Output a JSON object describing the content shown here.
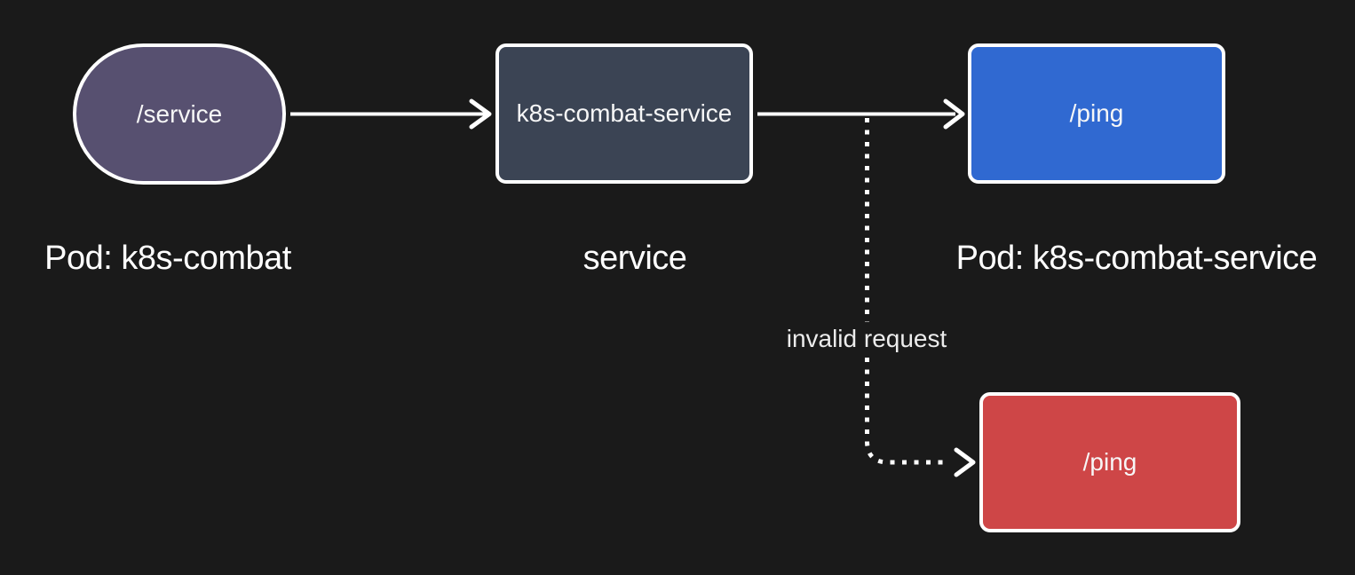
{
  "diagram": {
    "type": "flowchart",
    "background_color": "#1a1a1a",
    "stroke_color": "#ffffff",
    "nodes": [
      {
        "label": "/service",
        "shape": "stadium",
        "fill": "#575070",
        "text_color": "#f7f7f7"
      },
      {
        "label": "k8s-combat-service",
        "shape": "rounded-rect",
        "fill": "#3b4454",
        "text_color": "#f7f7f7"
      },
      {
        "label": "/ping",
        "shape": "rounded-rect",
        "fill": "#3069d1",
        "text_color": "#f7f7f7"
      },
      {
        "label": "/ping",
        "shape": "rounded-rect",
        "fill": "#ce4647",
        "text_color": "#f7f7f7"
      }
    ],
    "captions": [
      {
        "text": "Pod: k8s-combat"
      },
      {
        "text": "service"
      },
      {
        "text": "Pod: k8s-combat-service"
      }
    ],
    "edges": [
      {
        "from": "/service",
        "to": "k8s-combat-service",
        "style": "solid-arrow",
        "label": ""
      },
      {
        "from": "k8s-combat-service",
        "to": "/ping",
        "style": "solid-arrow",
        "label": ""
      },
      {
        "from": "k8s-combat-service",
        "to": "/ping",
        "style": "dotted-arrow",
        "label": "invalid request"
      }
    ]
  }
}
